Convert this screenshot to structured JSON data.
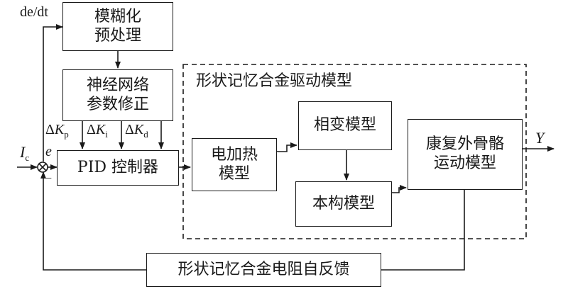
{
  "fuzzy_block": {
    "line1": "模糊化",
    "line2": "预处理"
  },
  "nn_block": {
    "line1": "神经网络",
    "line2": "参数修正"
  },
  "pid_block": {
    "label": "PID 控制器"
  },
  "sma_group": {
    "title": "形状记忆合金驱动模型"
  },
  "heat_block": {
    "line1": "电加热",
    "line2": "模型"
  },
  "phase_block": {
    "label": "相变模型"
  },
  "constitutive_block": {
    "label": "本构模型"
  },
  "exo_block": {
    "line1": "康复外骨骼",
    "line2": "运动模型"
  },
  "feedback_block": {
    "label": "形状记忆合金电阻自反馈"
  },
  "signals": {
    "de_dt": "de/dt",
    "e": "e",
    "ic_base": "I",
    "ic_sub": "c",
    "y": "Y",
    "minus": "−",
    "delta": "Δ",
    "k": "K",
    "kp_sub": "p",
    "ki_sub": "i",
    "kd_sub": "d"
  }
}
